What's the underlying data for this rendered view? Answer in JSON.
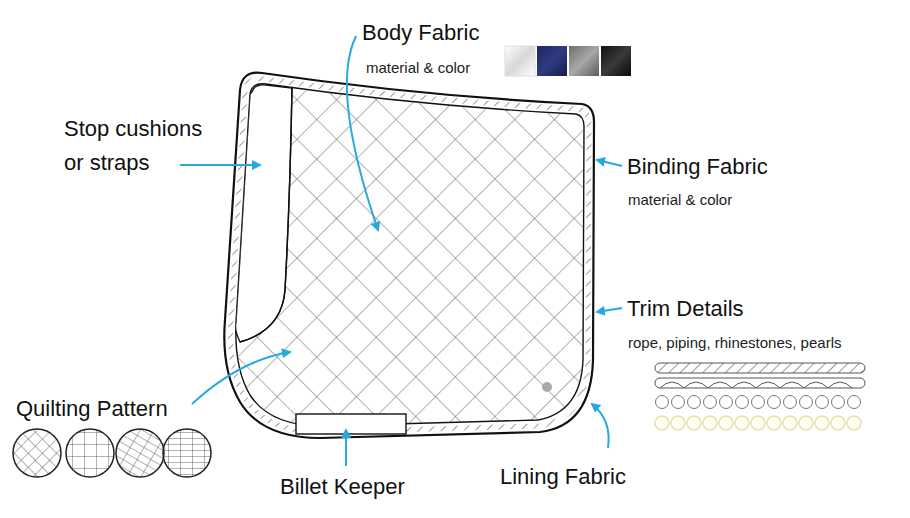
{
  "diagram": {
    "labels": [
      "Body Fabric",
      "material & color",
      "Stop cushions or straps",
      "Binding Fabric",
      "material & color",
      "Trim Details",
      "rope, piping, rhinestones, pearls",
      "Quilting Pattern",
      "Billet Keeper",
      "Lining Fabric"
    ]
  }
}
